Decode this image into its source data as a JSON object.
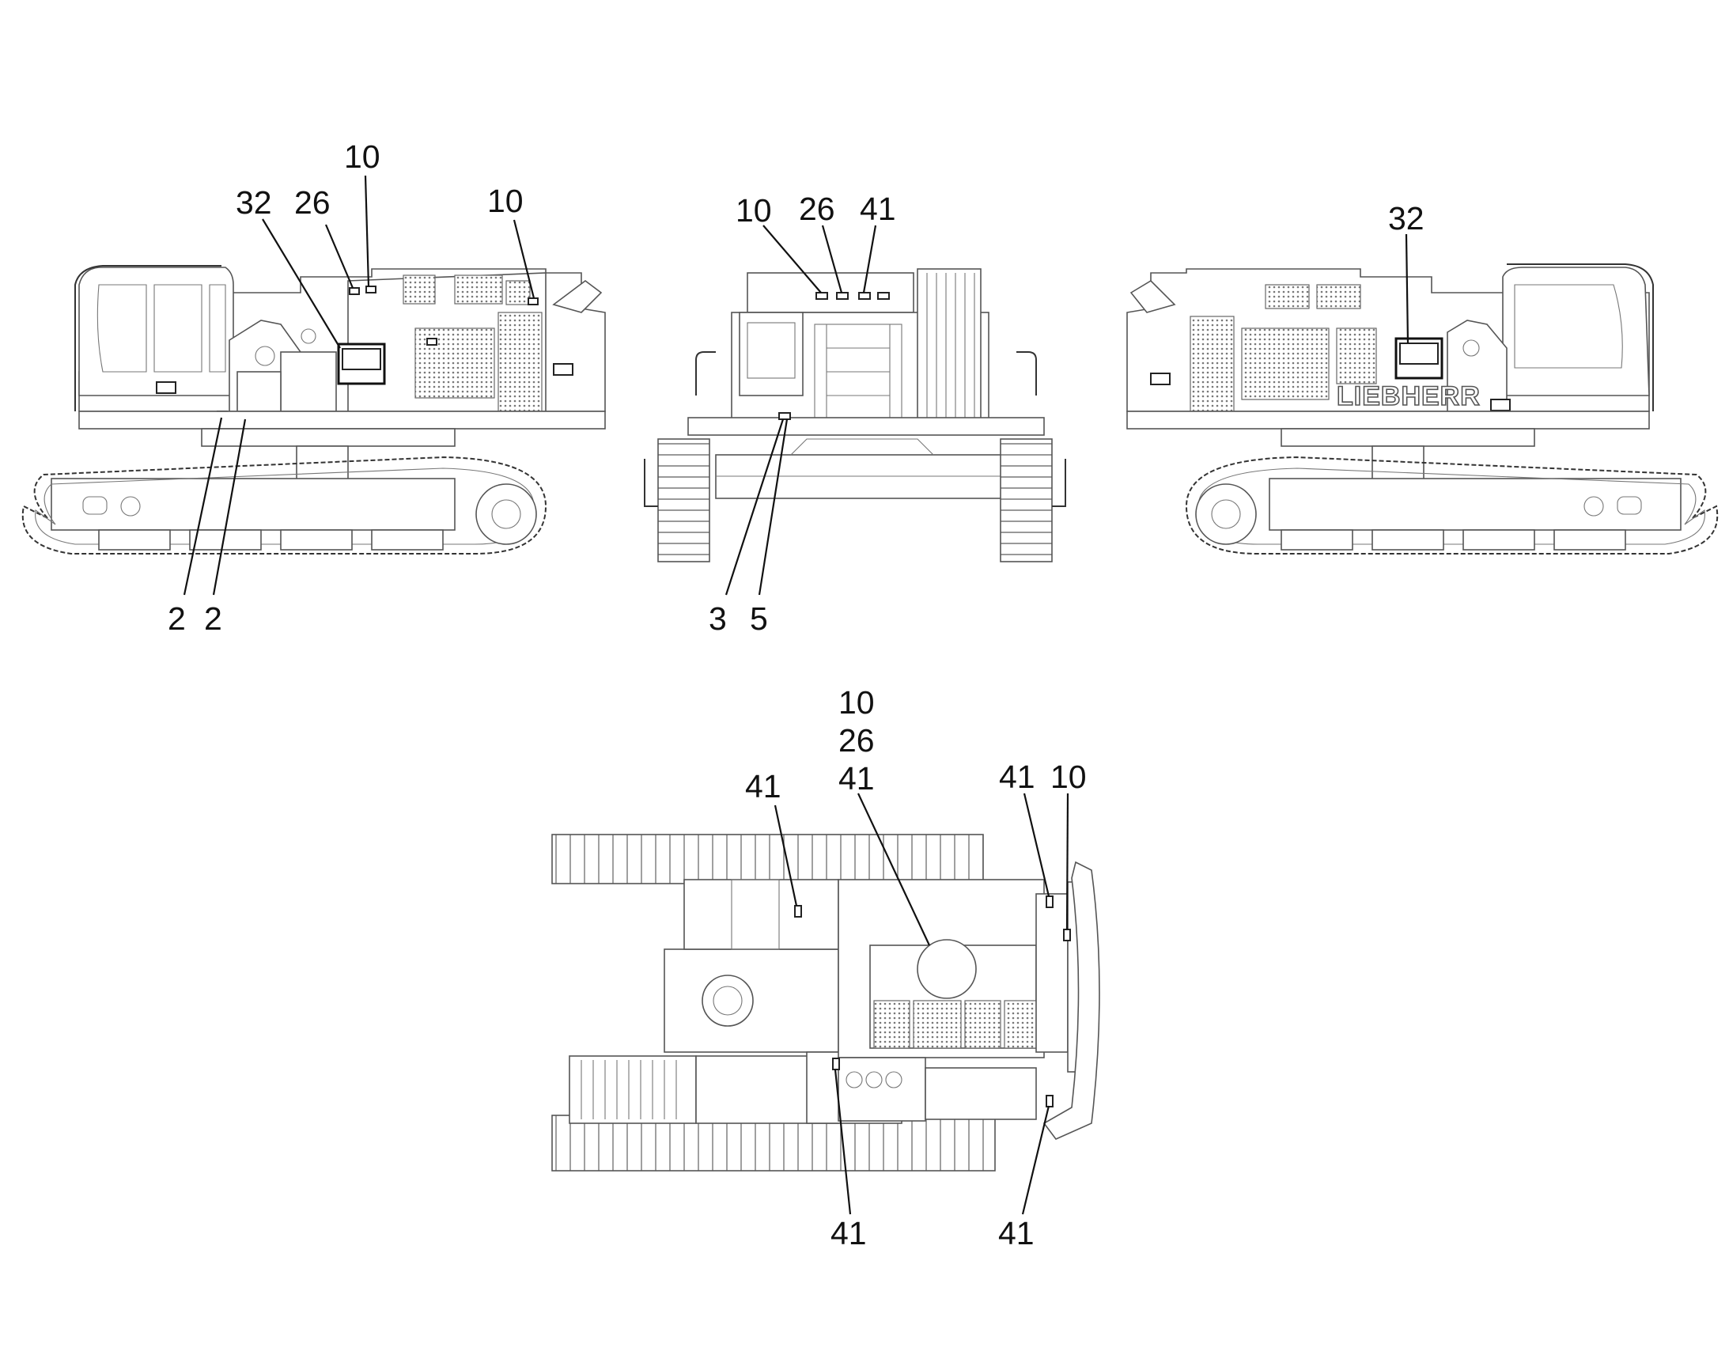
{
  "brand_text": "LIEBHERR",
  "views": {
    "left_side": {
      "callouts": [
        "10",
        "32",
        "26",
        "10",
        "2",
        "2"
      ]
    },
    "rear": {
      "callouts": [
        "10",
        "26",
        "41",
        "3",
        "5"
      ]
    },
    "right_side": {
      "callouts": [
        "32"
      ]
    },
    "top": {
      "callouts": [
        "10",
        "26",
        "41",
        "41",
        "41",
        "10",
        "41",
        "41"
      ]
    }
  },
  "colors": {
    "line": "#333333",
    "text": "#111111",
    "background": "#ffffff"
  }
}
